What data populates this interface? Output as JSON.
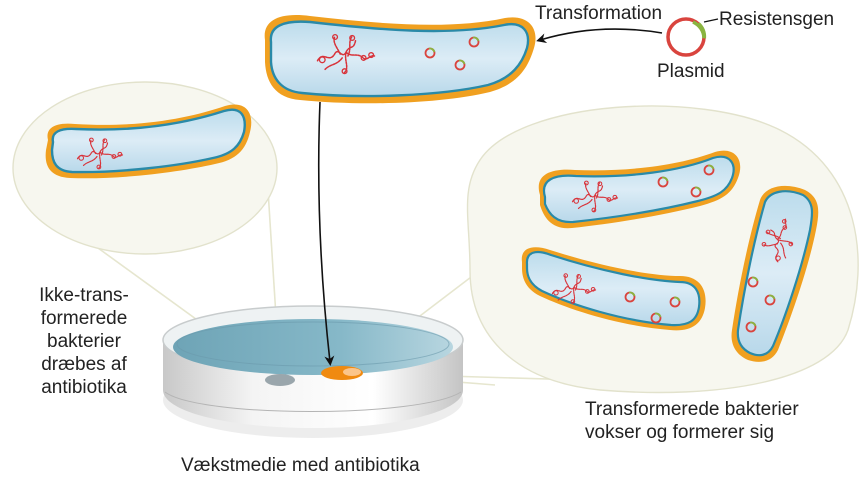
{
  "labels": {
    "transformation": "Transformation",
    "resistance_gene": "Resistensgen",
    "plasmid": "Plasmid",
    "non_transformed": [
      "Ikke-trans-",
      "formerede",
      "bakterier",
      "dræbes af",
      "antibiotika"
    ],
    "transformed": [
      "Transformerede bakterier",
      "vokser og formerer sig"
    ],
    "growth_medium": "Vækstmedie med antibiotika"
  },
  "colors": {
    "cell_wall": "#f0a020",
    "membrane": "#2a8aa8",
    "cytoplasm": "#cfe6f2",
    "dna": "#d8333a",
    "plasmid_main": "#d9443e",
    "resistance_gene": "#8ab440",
    "callout_fill": "#f7f7ef",
    "callout_stroke": "#e2e2cc",
    "medium": "#7fb3c4",
    "colony_transformed": "#f08a10",
    "colony_dead": "#9aa6ac"
  },
  "icons": {
    "plasmid": "plasmid-ring-icon",
    "arrow": "arrow-icon"
  }
}
